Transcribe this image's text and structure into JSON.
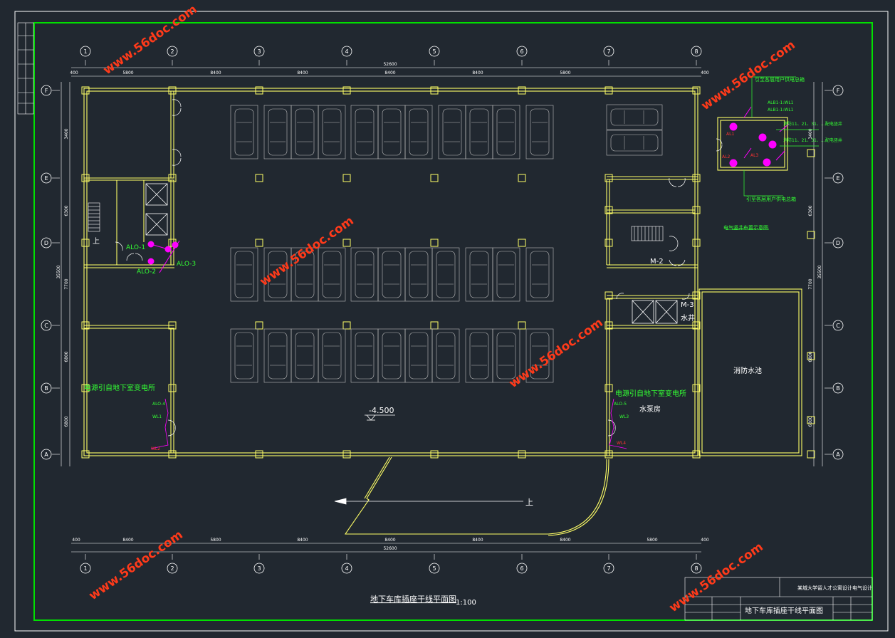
{
  "columns": [
    "1",
    "2",
    "3",
    "4",
    "5",
    "6",
    "7",
    "8"
  ],
  "rows": [
    "F",
    "E",
    "D",
    "C",
    "B",
    "A"
  ],
  "dims": {
    "top": [
      "400",
      "5800",
      "8400",
      "8400",
      "8400",
      "8400",
      "5800",
      "400"
    ],
    "top_total": "52600",
    "bottom": [
      "400",
      "8400",
      "5800",
      "8400",
      "8400",
      "8400",
      "8400",
      "5800",
      "400"
    ],
    "bottom_total": "52600",
    "left_rows": [
      "3400",
      "6300",
      "7700",
      "6800",
      "6800"
    ],
    "left_total": "35500",
    "right_rows": [
      "3400",
      "6300",
      "7700",
      "6800",
      "6800"
    ],
    "right_total": "35500"
  },
  "labels": {
    "elev": "-4.500",
    "up": "上",
    "up_left": "上",
    "left_power": "电源引自地下室变电所",
    "right_power": "电源引自地下室变电所",
    "pump_room": "水泵房",
    "fire_pool": "消防水池",
    "water_well": "水井",
    "m2": "M-2",
    "m3": "M-3",
    "alo1": "ALO-1",
    "alo2": "ALO-2",
    "alo3": "ALO-3",
    "electric_room": "电气竖井布置示意图",
    "riser_note_top": "引至各层用户供电总箱",
    "riser_note_bottom": "引至各层用户供电总箱",
    "riser_note_r1": "消防11、21、31、…配电竖井",
    "riser_note_r2": "消防11、21、31、…配电竖井",
    "al1": "AL1",
    "al2": "AL2",
    "al3": "AL3",
    "alb1": "ALB1-1:WL1",
    "alb2": "ALB1-1:WL1",
    "alo4": "ALO-4",
    "alo5": "ALO-5",
    "wl1": "WL1",
    "wl2": "WL2",
    "wl3": "WL3",
    "wl4": "WL4"
  },
  "title": {
    "drawing_title": "地下车库插座干线平面图",
    "scale": "1:100",
    "block_title": "地下车库插座干线平面图",
    "project": "某城大学留人才公寓设计电气设计"
  },
  "watermark": "www.56doc.com",
  "colors": {
    "background": "#212830",
    "frame": "#00e000",
    "wall": "#ffff66",
    "line": "#ffffff",
    "accent_green": "#33ff33",
    "magenta": "#ff00ff",
    "watermark": "#ff3a1a"
  }
}
